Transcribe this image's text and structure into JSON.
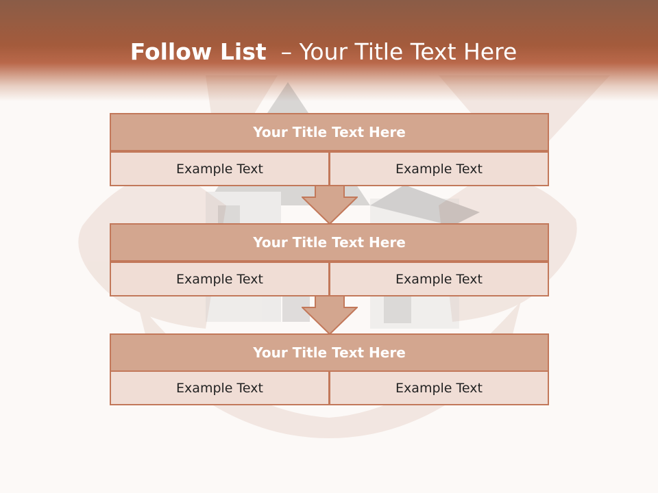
{
  "slide": {
    "title_bold": "Follow List",
    "title_rest": "– Your Title Text Here"
  },
  "blocks": [
    {
      "title": "Your Title Text Here",
      "left": "Example Text",
      "right": "Example Text"
    },
    {
      "title": "Your Title Text Here",
      "left": "Example Text",
      "right": "Example Text"
    },
    {
      "title": "Your Title Text Here",
      "left": "Example Text",
      "right": "Example Text"
    }
  ],
  "colors": {
    "header": "#a45b3c",
    "box_title": "#d3a68f",
    "box_cell": "#f0ddd5",
    "border": "#c2785a"
  }
}
